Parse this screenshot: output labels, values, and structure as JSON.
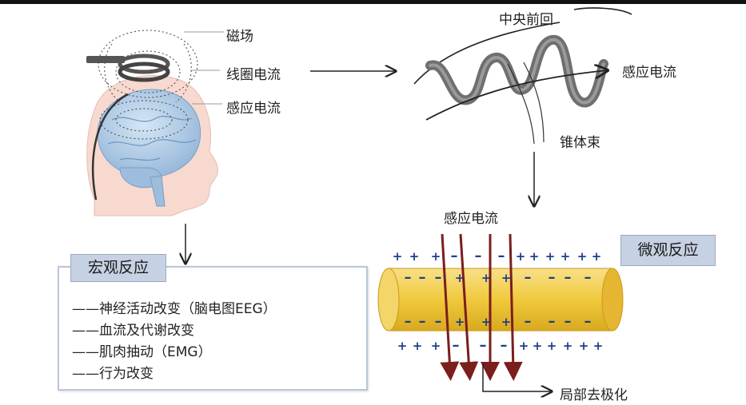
{
  "head_labels": {
    "magnetic_field": "磁场",
    "coil_current": "线圈电流",
    "induced_current": "感应电流"
  },
  "cortex_labels": {
    "precentral_gyrus": "中央前回",
    "induced_current": "感应电流",
    "pyramidal_tract": "锥体束"
  },
  "axon_labels": {
    "induced_current": "感应电流",
    "local_depolarization": "局部去极化"
  },
  "macro": {
    "title": "宏观反应",
    "items": [
      "——神经活动改变（脑电图EEG）",
      "——血流及代谢改变",
      "——肌肉抽动（EMG）",
      "——行为改变"
    ]
  },
  "micro": {
    "title": "微观反应"
  },
  "colors": {
    "axon_fill": "#f0c93c",
    "current_arrow": "#7a1e1e",
    "charge_blue": "#1d3f8a",
    "box_border": "#b9c7db",
    "title_fill": "#c6d2e3",
    "brain": "#a9c7e4",
    "gyrus": "#6f6f6f"
  }
}
